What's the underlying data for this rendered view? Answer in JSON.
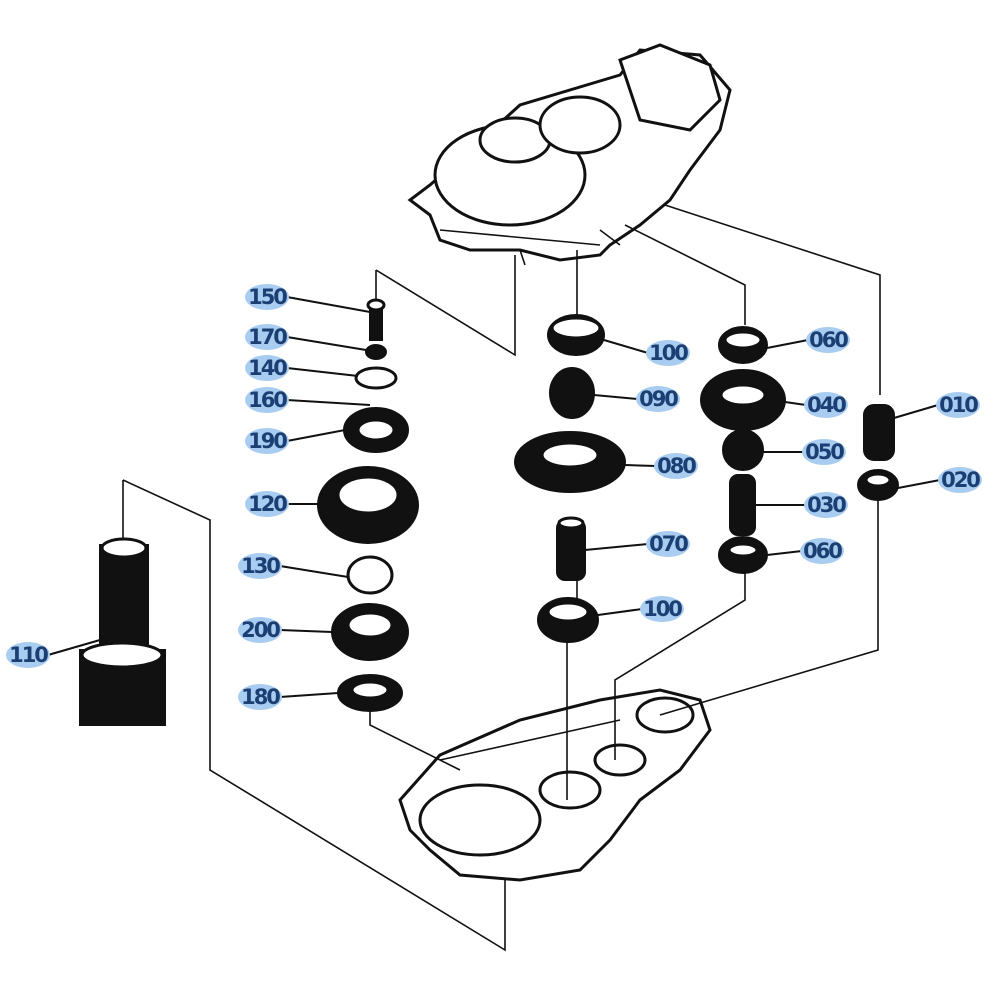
{
  "diagram": {
    "type": "exploded parts diagram",
    "label_colors": {
      "background": "#a9cdf0",
      "text": "#1b3f73"
    },
    "part_labels": {
      "p150": "150",
      "p170": "170",
      "p140": "140",
      "p160": "160",
      "p190": "190",
      "p120": "120",
      "p130": "130",
      "p200": "200",
      "p180": "180",
      "p110": "110",
      "p100a": "100",
      "p090": "090",
      "p080": "080",
      "p070": "070",
      "p100b": "100",
      "p060a": "060",
      "p040": "040",
      "p050": "050",
      "p030": "030",
      "p060b": "060",
      "p010": "010",
      "p020": "020"
    }
  }
}
